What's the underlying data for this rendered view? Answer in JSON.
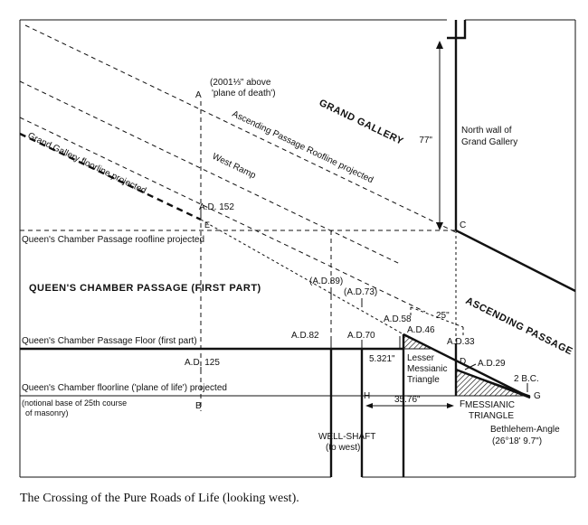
{
  "caption": "The Crossing of the Pure Roads of Life (looking west).",
  "labels": {
    "grand_gallery": "GRAND GALLERY",
    "ascending_roofline": "Ascending Passage Roofline projected",
    "west_ramp": "West Ramp",
    "gg_floorline": "Grand Gallery floorline projected",
    "north_wall_1": "North wall of",
    "north_wall_2": "Grand Gallery",
    "height_77": "77\"",
    "point_a": "A",
    "above_1": "(2001⅓\" above",
    "above_2": "'plane of death')",
    "ad152": "A.D. 152",
    "point_e": "E",
    "point_c": "C",
    "qcp_roofline": "Queen's Chamber Passage roofline projected",
    "qcp_first": "QUEEN'S CHAMBER PASSAGE (FIRST PART)",
    "ad89": "(A.D.89)",
    "ad73": "(A.D.73)",
    "ascending_passage": "ASCENDING PASSAGE",
    "ad58": "A.D.58",
    "len_25": "25\"",
    "ad46": "A.D.46",
    "ad33": "A.D.33",
    "qcp_floor": "Queen's Chamber Passage Floor (first part)",
    "ad82": "A.D.82",
    "ad70": "A.D.70",
    "len_5321": "5.321\"",
    "lesser_1": "Lesser",
    "lesser_2": "Messianic",
    "lesser_3": "Triangle",
    "point_d": "D",
    "ad29": "A.D.29",
    "ad125": "A.D. 125",
    "bc2": "2 B.C.",
    "qc_floorline": "Queen's Chamber floorline ('plane of life') projected",
    "point_h": "H",
    "point_f": "F",
    "messianic_1": "MESSIANIC",
    "messianic_2": "TRIANGLE",
    "point_g": "G",
    "notional_1": "(notional base of 25th course",
    "notional_2": "of masonry)",
    "point_b": "B",
    "len_3576": "35.76\"",
    "bethlehem_1": "Bethlehem-Angle",
    "bethlehem_2": "(26°18' 9.7\")",
    "well_1": "WELL-SHAFT",
    "well_2": "(to west)"
  }
}
